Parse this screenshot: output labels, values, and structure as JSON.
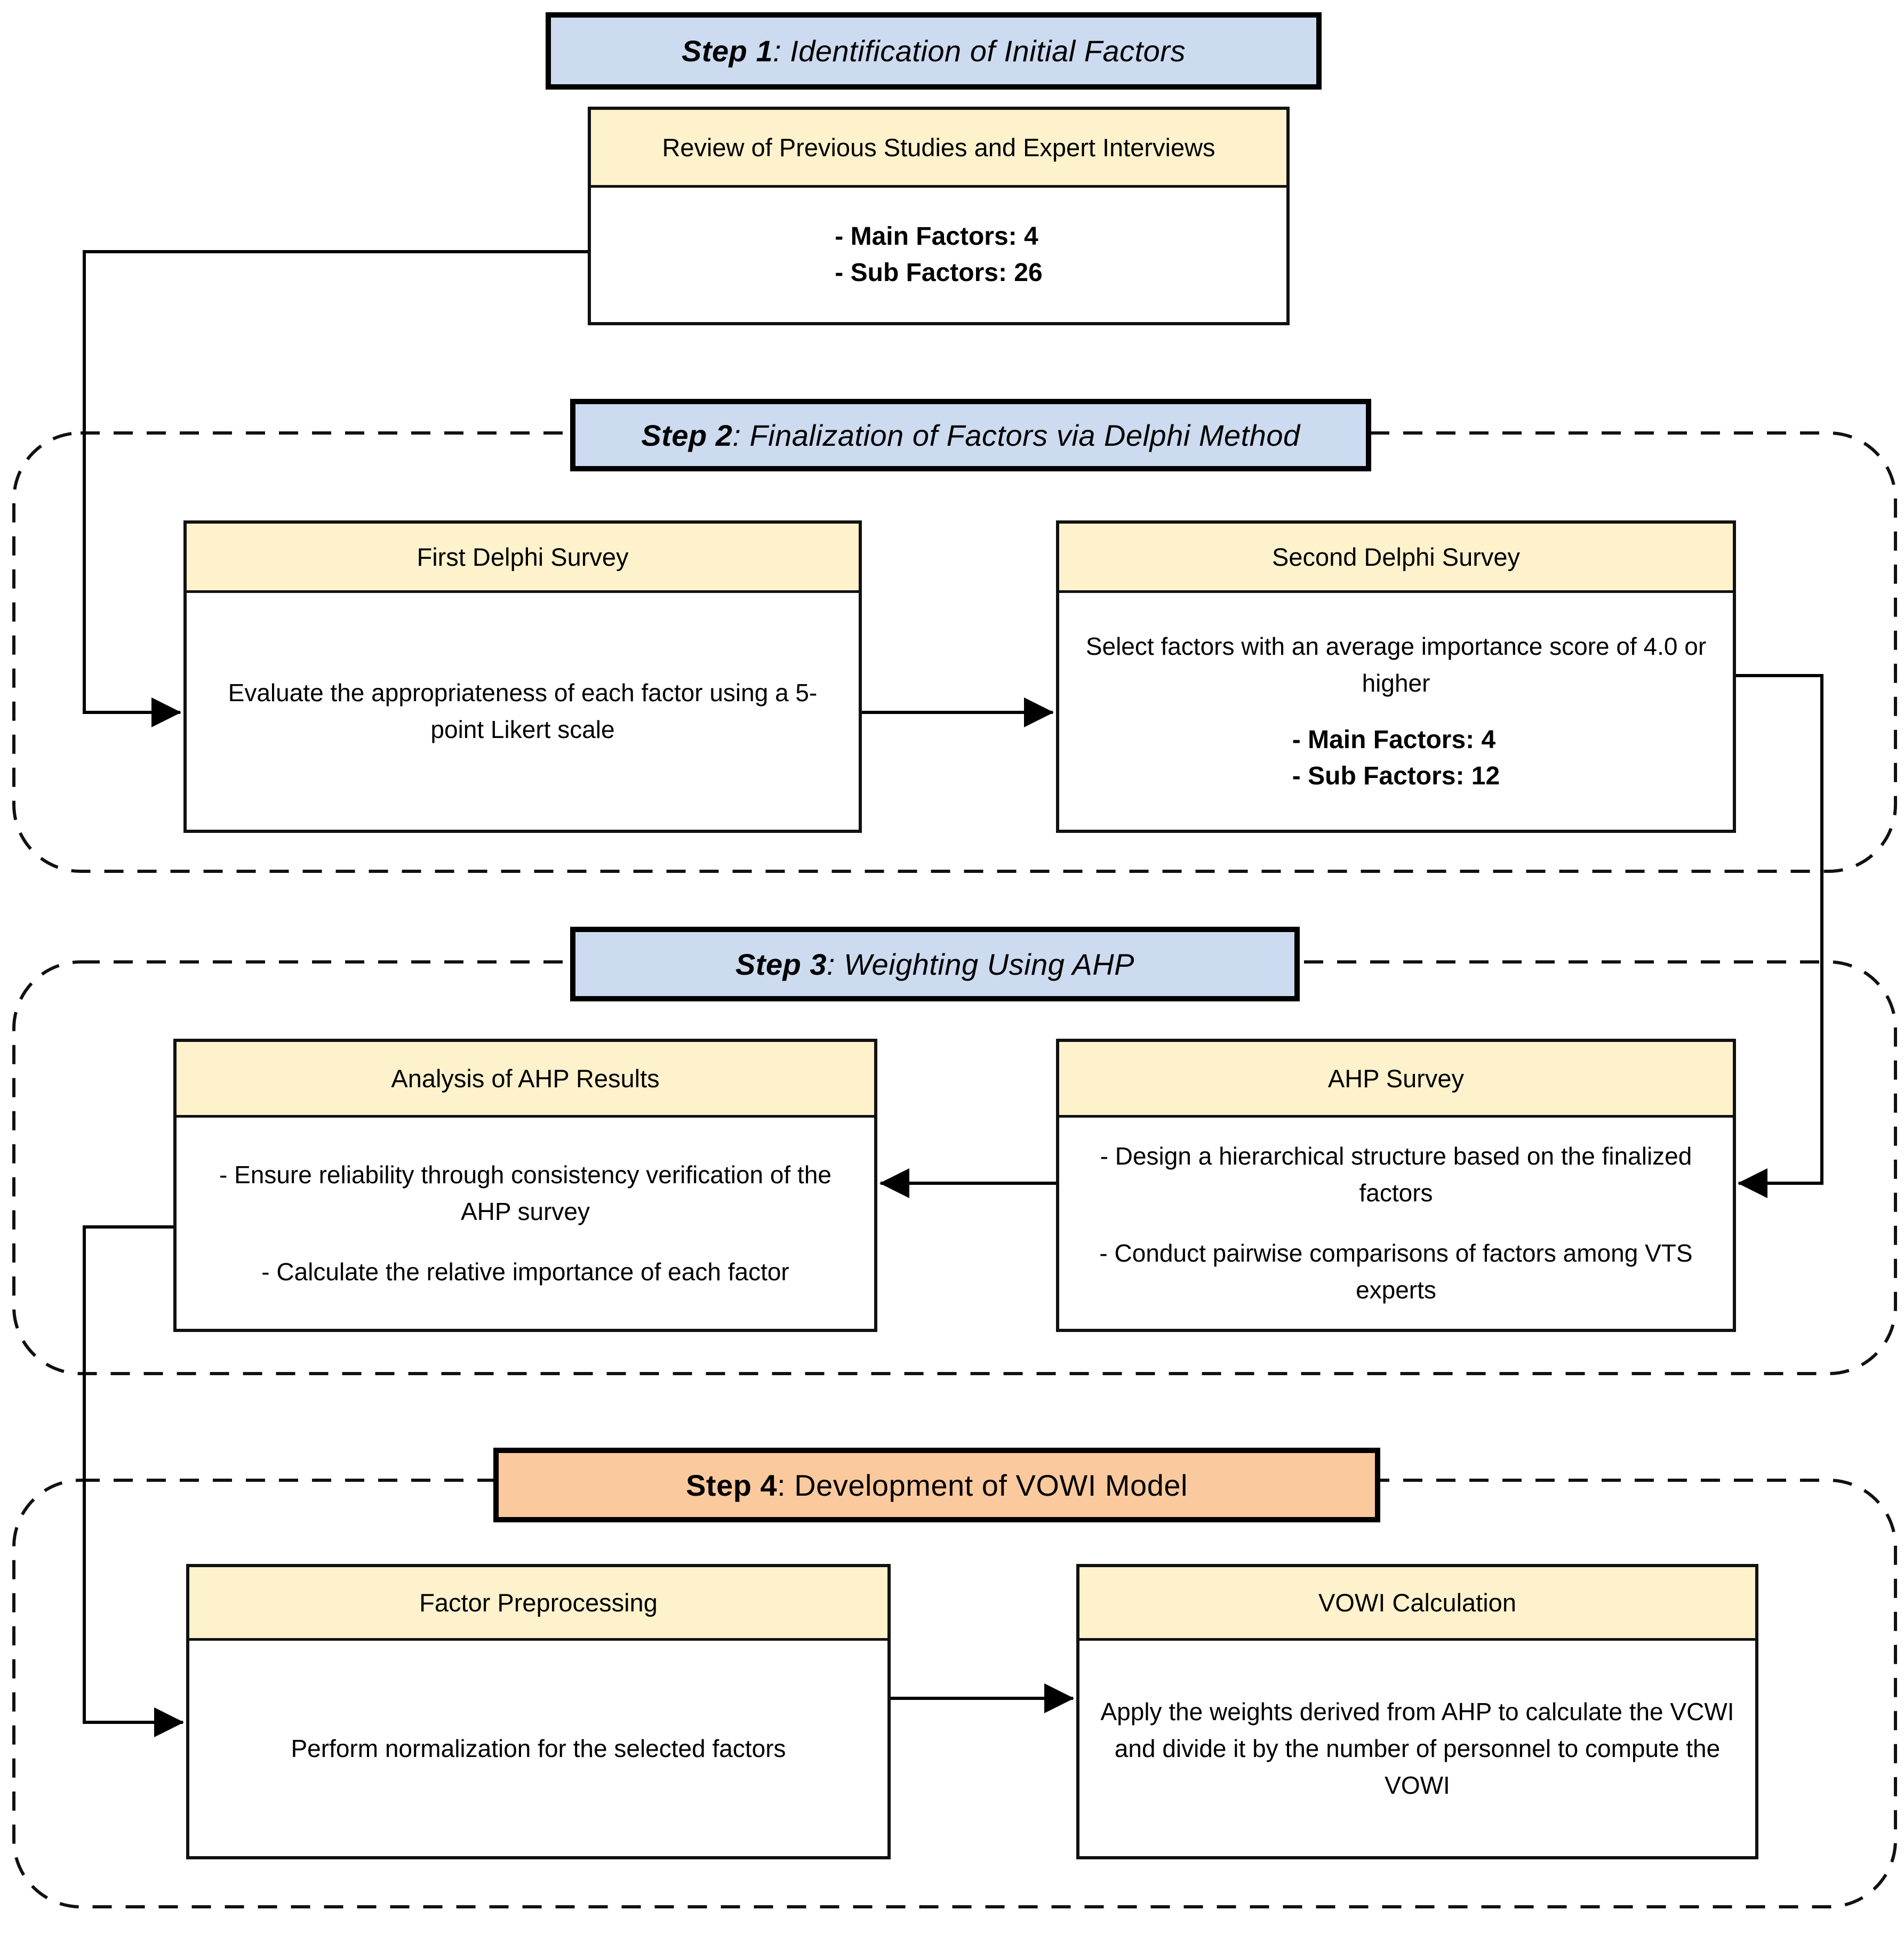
{
  "colors": {
    "step_blue": "#cddbf0",
    "step_orange": "#fac99d",
    "panel_yellow": "#fdf2cc",
    "border": "#000000"
  },
  "step1": {
    "label": "Step 1",
    "title": ": Identification of Initial Factors",
    "review": {
      "header": "Review of Previous Studies and Expert Interviews",
      "facts": [
        "- Main Factors: 4",
        "- Sub Factors: 26"
      ]
    }
  },
  "step2": {
    "label": "Step 2",
    "title": ": Finalization of Factors via Delphi Method",
    "first_delphi": {
      "header": "First Delphi Survey",
      "body": "Evaluate the appropriateness of each factor using a 5-point Likert scale"
    },
    "second_delphi": {
      "header": "Second Delphi Survey",
      "body": "Select factors with an average importance score of 4.0 or higher",
      "facts": [
        "- Main Factors: 4",
        "- Sub Factors: 12"
      ]
    }
  },
  "step3": {
    "label": "Step 3",
    "title": ": Weighting Using AHP",
    "analysis": {
      "header": "Analysis of AHP Results",
      "bullets": [
        "- Ensure reliability through consistency verification of the AHP survey",
        "- Calculate the relative importance of each factor"
      ]
    },
    "ahp_survey": {
      "header": "AHP Survey",
      "bullets": [
        "- Design a hierarchical structure based on the finalized factors",
        "- Conduct pairwise comparisons of factors among VTS experts"
      ]
    }
  },
  "step4": {
    "label": "Step 4",
    "title": ": Development of VOWI Model",
    "factor_preprocessing": {
      "header": "Factor Preprocessing",
      "body": "Perform normalization for the selected factors"
    },
    "vowi_calculation": {
      "header": "VOWI Calculation",
      "body": "Apply the weights derived from AHP to calculate the VCWI and divide it by the number of personnel to compute the VOWI"
    }
  }
}
